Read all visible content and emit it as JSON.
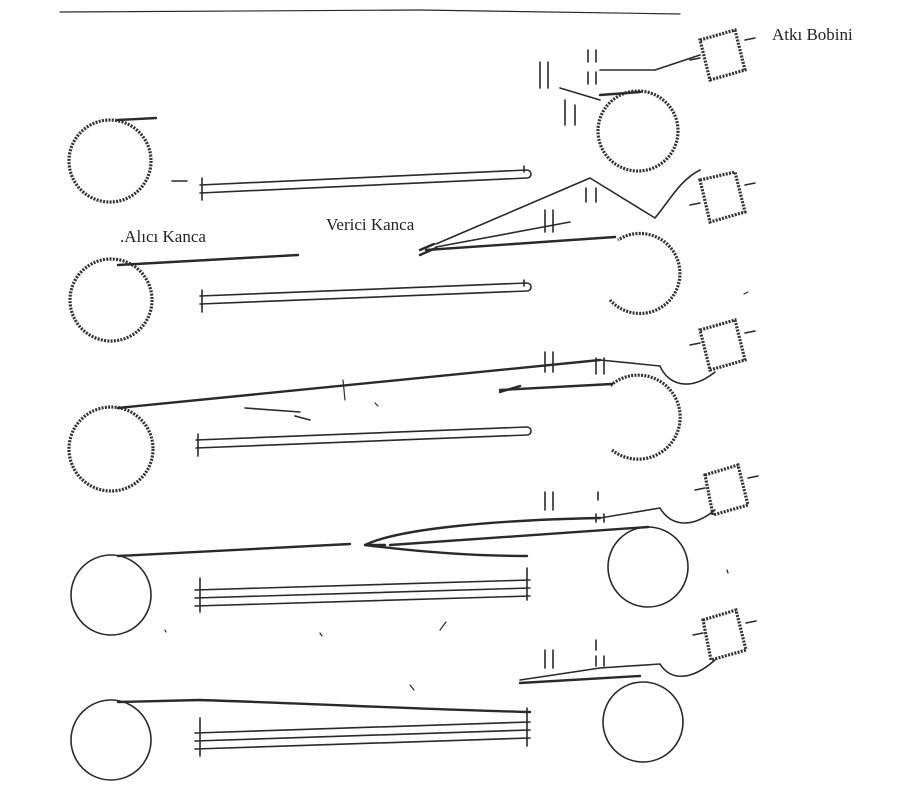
{
  "labels": {
    "weft_bobbin": "Atkı Bobini",
    "receiver_hook": ".Alıcı Kanca",
    "giver_hook": "Verici Kanca"
  }
}
